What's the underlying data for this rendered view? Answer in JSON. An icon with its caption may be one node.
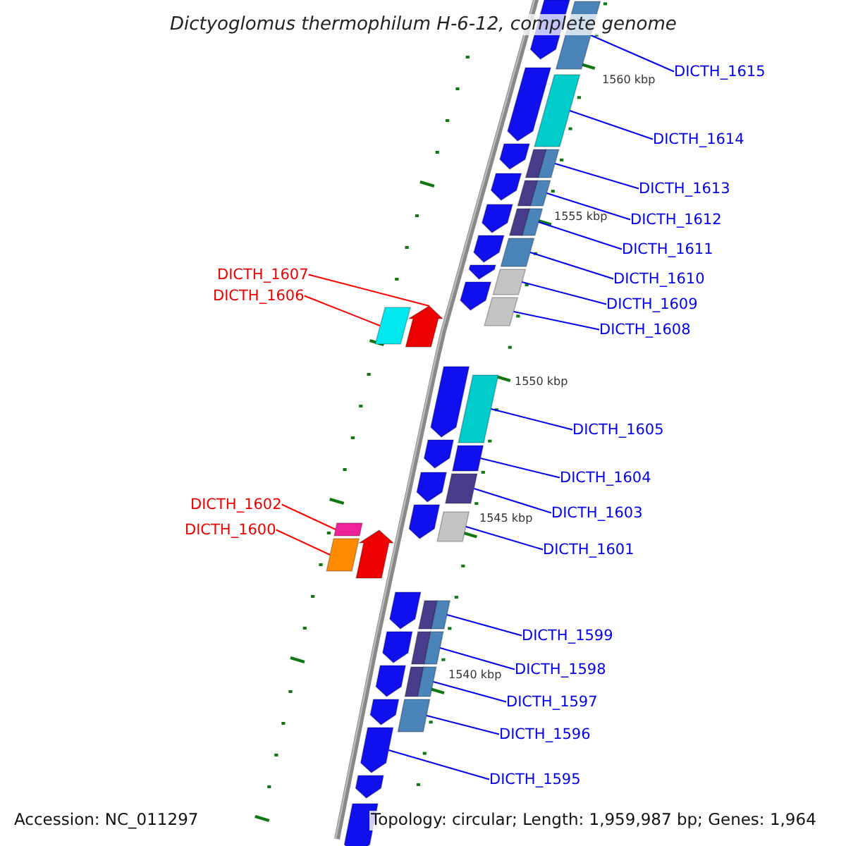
{
  "diagram": {
    "title": "Dictyoglomus thermophilum H-6-12, complete genome",
    "nodes": [
      {
        "text": [
          "DICTH_1615"
        ]
      },
      {
        "text": [
          "DICTH_1614"
        ]
      },
      {
        "text": [
          "DICTH_1613"
        ]
      },
      {
        "text": [
          "DICTH_1612"
        ]
      },
      {
        "text": [
          "DICTH_1611"
        ]
      },
      {
        "text": [
          "DICTH_1607"
        ]
      },
      {
        "text": [
          "DICTH_1610"
        ]
      },
      {
        "text": [
          "DICTH_1606"
        ]
      },
      {
        "text": [
          "DICTH_1609"
        ]
      },
      {
        "text": [
          "DICTH_1608"
        ]
      },
      {
        "text": [
          "DICTH_1605"
        ]
      },
      {
        "text": [
          "DICTH_1604"
        ]
      },
      {
        "text": [
          "DICTH_1602"
        ]
      },
      {
        "text": [
          "DICTH_1603"
        ]
      },
      {
        "text": [
          "DICTH_1600"
        ]
      },
      {
        "text": [
          "DICTH_1601"
        ]
      },
      {
        "text": [
          "DICTH_1599"
        ]
      },
      {
        "text": [
          "DICTH_1598"
        ]
      },
      {
        "text": [
          "DICTH_1597"
        ]
      },
      {
        "text": [
          "DICTH_1596"
        ]
      },
      {
        "text": [
          "DICTH_1595"
        ]
      },
      {
        "text": [],
        "shape": "arrow"
      },
      {
        "text": [],
        "shape": "box"
      },
      {
        "text": [],
        "shape": "arrow"
      },
      {
        "text": [],
        "shape": "box"
      },
      {
        "text": [],
        "shape": "arrow"
      },
      {
        "text": [],
        "shape": "box"
      },
      {
        "text": [],
        "shape": "arrow"
      },
      {
        "text": [],
        "shape": "box"
      },
      {
        "text": [],
        "shape": "arrow"
      },
      {
        "text": [],
        "shape": "box"
      },
      {
        "text": [],
        "shape": "arrow"
      },
      {
        "text": [],
        "shape": "box"
      },
      {
        "text": [],
        "shape": "arrow"
      },
      {
        "text": [],
        "shape": "box"
      },
      {
        "text": [],
        "shape": "arrow"
      },
      {
        "text": [],
        "shape": "box"
      },
      {
        "text": [],
        "shape": "box"
      },
      {
        "text": [],
        "shape": "arrow"
      },
      {
        "text": [],
        "shape": "arrow"
      },
      {
        "text": [],
        "shape": "box"
      },
      {
        "text": [],
        "shape": "arrow"
      },
      {
        "text": [],
        "shape": "box"
      },
      {
        "text": [],
        "shape": "arrow"
      },
      {
        "text": [],
        "shape": "box"
      },
      {
        "text": [],
        "shape": "arrow"
      },
      {
        "text": [],
        "shape": "box"
      },
      {
        "text": [],
        "shape": "box"
      },
      {
        "text": [],
        "shape": "arrow"
      },
      {
        "text": [],
        "shape": "box"
      },
      {
        "text": [],
        "shape": "arrow"
      },
      {
        "text": [],
        "shape": "box"
      },
      {
        "text": [],
        "shape": "box"
      },
      {
        "text": [],
        "shape": "arrow"
      },
      {
        "text": [],
        "shape": "arrow"
      },
      {
        "text": [],
        "shape": "box"
      },
      {
        "text": [],
        "shape": "box"
      },
      {
        "text": [],
        "shape": "arrow"
      },
      {
        "text": [],
        "shape": "arrow"
      },
      {
        "text": [],
        "shape": "arrow"
      },
      {
        "text": [],
        "shape": "arrow"
      }
    ],
    "edges": [
      {
        "from": 0,
        "to": 22,
        "arrow": "none"
      },
      {
        "from": 1,
        "to": 24,
        "arrow": "none"
      },
      {
        "from": 2,
        "to": 26,
        "arrow": "none"
      },
      {
        "from": 3,
        "to": 28,
        "arrow": "none"
      },
      {
        "from": 4,
        "to": 30,
        "arrow": "none"
      },
      {
        "from": 5,
        "to": 38,
        "arrow": "none",
        "color": "#ff0000"
      },
      {
        "from": 6,
        "to": 32,
        "arrow": "none"
      },
      {
        "from": 7,
        "to": 37,
        "arrow": "none",
        "color": "#ff0000"
      },
      {
        "from": 8,
        "to": 34,
        "arrow": "none"
      },
      {
        "from": 9,
        "to": 36,
        "arrow": "none"
      },
      {
        "from": 10,
        "to": 40,
        "arrow": "none"
      },
      {
        "from": 11,
        "to": 42,
        "arrow": "none"
      },
      {
        "from": 12,
        "to": 47,
        "arrow": "none",
        "color": "#ff0000"
      },
      {
        "from": 13,
        "to": 44,
        "arrow": "none"
      },
      {
        "from": 14,
        "to": 49,
        "arrow": "none",
        "color": "#ff0000"
      },
      {
        "from": 15,
        "to": 46,
        "arrow": "none"
      },
      {
        "from": 16,
        "to": 51,
        "arrow": "none"
      },
      {
        "from": 17,
        "to": 52,
        "arrow": "none"
      },
      {
        "from": 18,
        "to": 55,
        "arrow": "none"
      },
      {
        "from": 19,
        "to": 56,
        "arrow": "none"
      },
      {
        "from": 20,
        "to": 58,
        "arrow": "none"
      }
    ],
    "labels": [
      "1560 kbp",
      "1555 kbp",
      "1550 kbp",
      "1545 kbp",
      "1540 kbp",
      "Accession: NC_011297",
      "Topology: circular; Length: 1,959,987 bp; Genes: 1,964"
    ]
  }
}
